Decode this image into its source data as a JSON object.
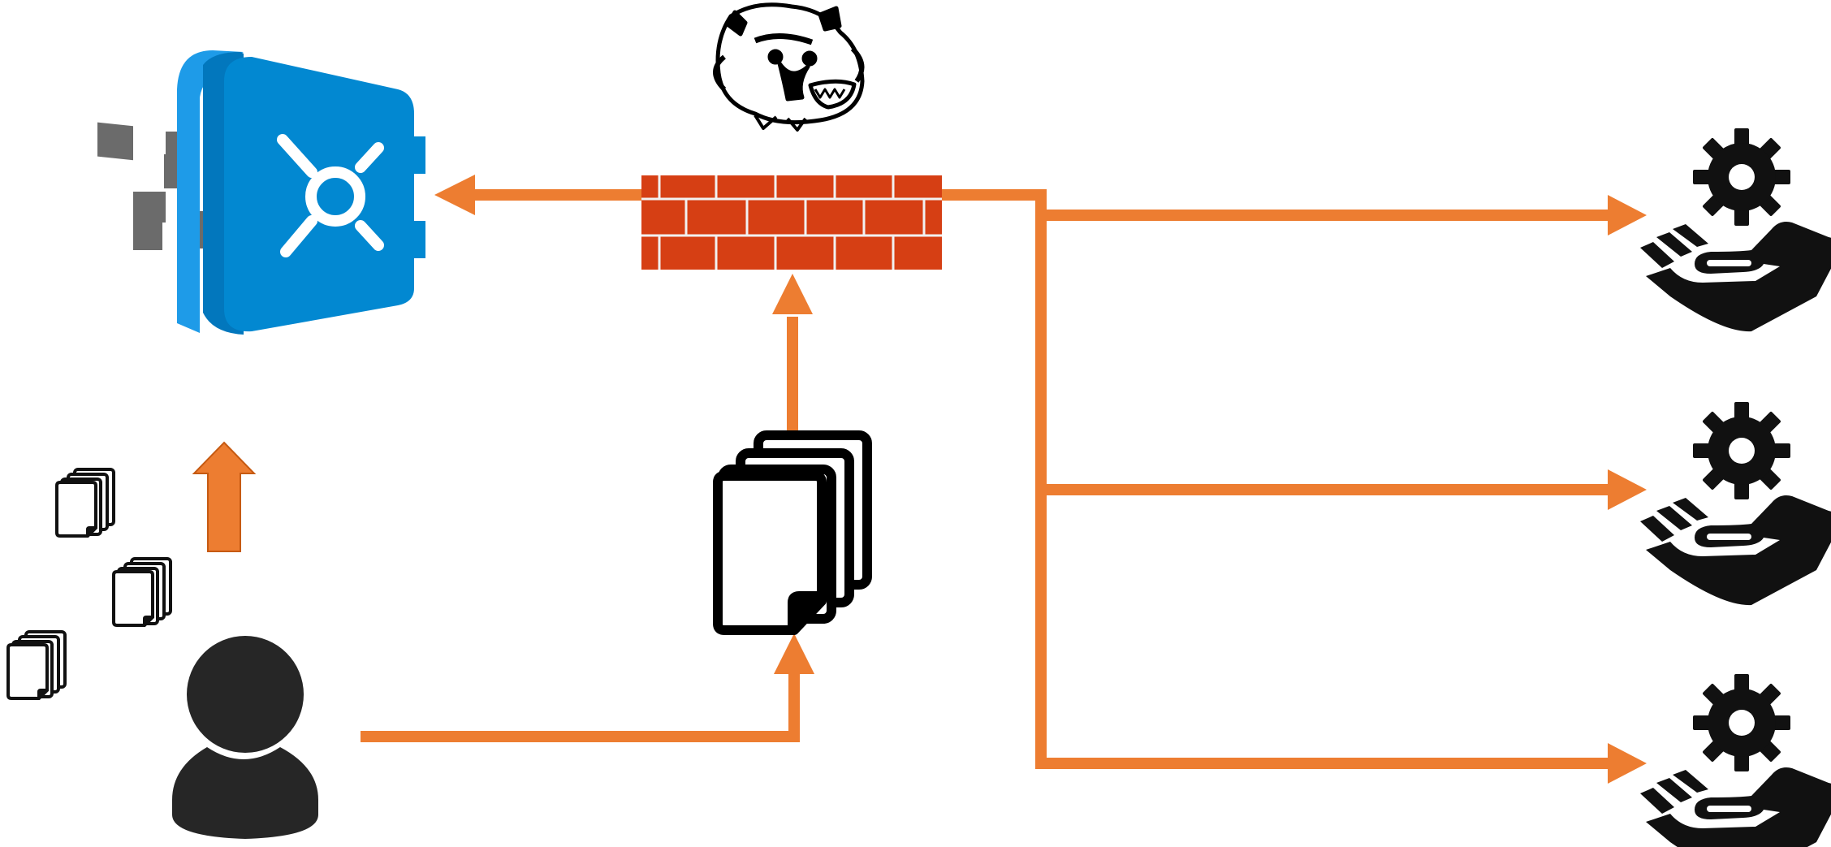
{
  "diagram": {
    "nodes": [
      {
        "id": "vault",
        "icon": "vault-icon",
        "color": "#0288D1"
      },
      {
        "id": "guard-dog",
        "icon": "bulldog-icon",
        "color": "#000000"
      },
      {
        "id": "firewall",
        "icon": "brick-firewall-icon",
        "color": "#D63F14"
      },
      {
        "id": "documents",
        "icon": "documents-stack-icon",
        "color": "#000000"
      },
      {
        "id": "user",
        "icon": "user-icon",
        "color": "#262626"
      },
      {
        "id": "scattered-documents",
        "icon": "small-documents-icon",
        "color": "#000000",
        "count": 3
      },
      {
        "id": "service-1",
        "icon": "service-hand-gear-icon",
        "color": "#111111"
      },
      {
        "id": "service-2",
        "icon": "service-hand-gear-icon",
        "color": "#111111"
      },
      {
        "id": "service-3",
        "icon": "service-hand-gear-icon",
        "color": "#111111"
      }
    ],
    "edges": [
      {
        "from": "user",
        "to": "documents"
      },
      {
        "from": "documents",
        "to": "firewall"
      },
      {
        "from": "firewall",
        "to": "vault"
      },
      {
        "from": "firewall",
        "to": "service-1"
      },
      {
        "from": "firewall",
        "to": "service-2"
      },
      {
        "from": "firewall",
        "to": "service-3"
      },
      {
        "from": "user",
        "to": "vault",
        "style": "block-arrow"
      }
    ],
    "colors": {
      "arrow": "#ED7D31",
      "vault": "#0288D1",
      "firewall": "#D63F14",
      "icon": "#111111"
    }
  }
}
